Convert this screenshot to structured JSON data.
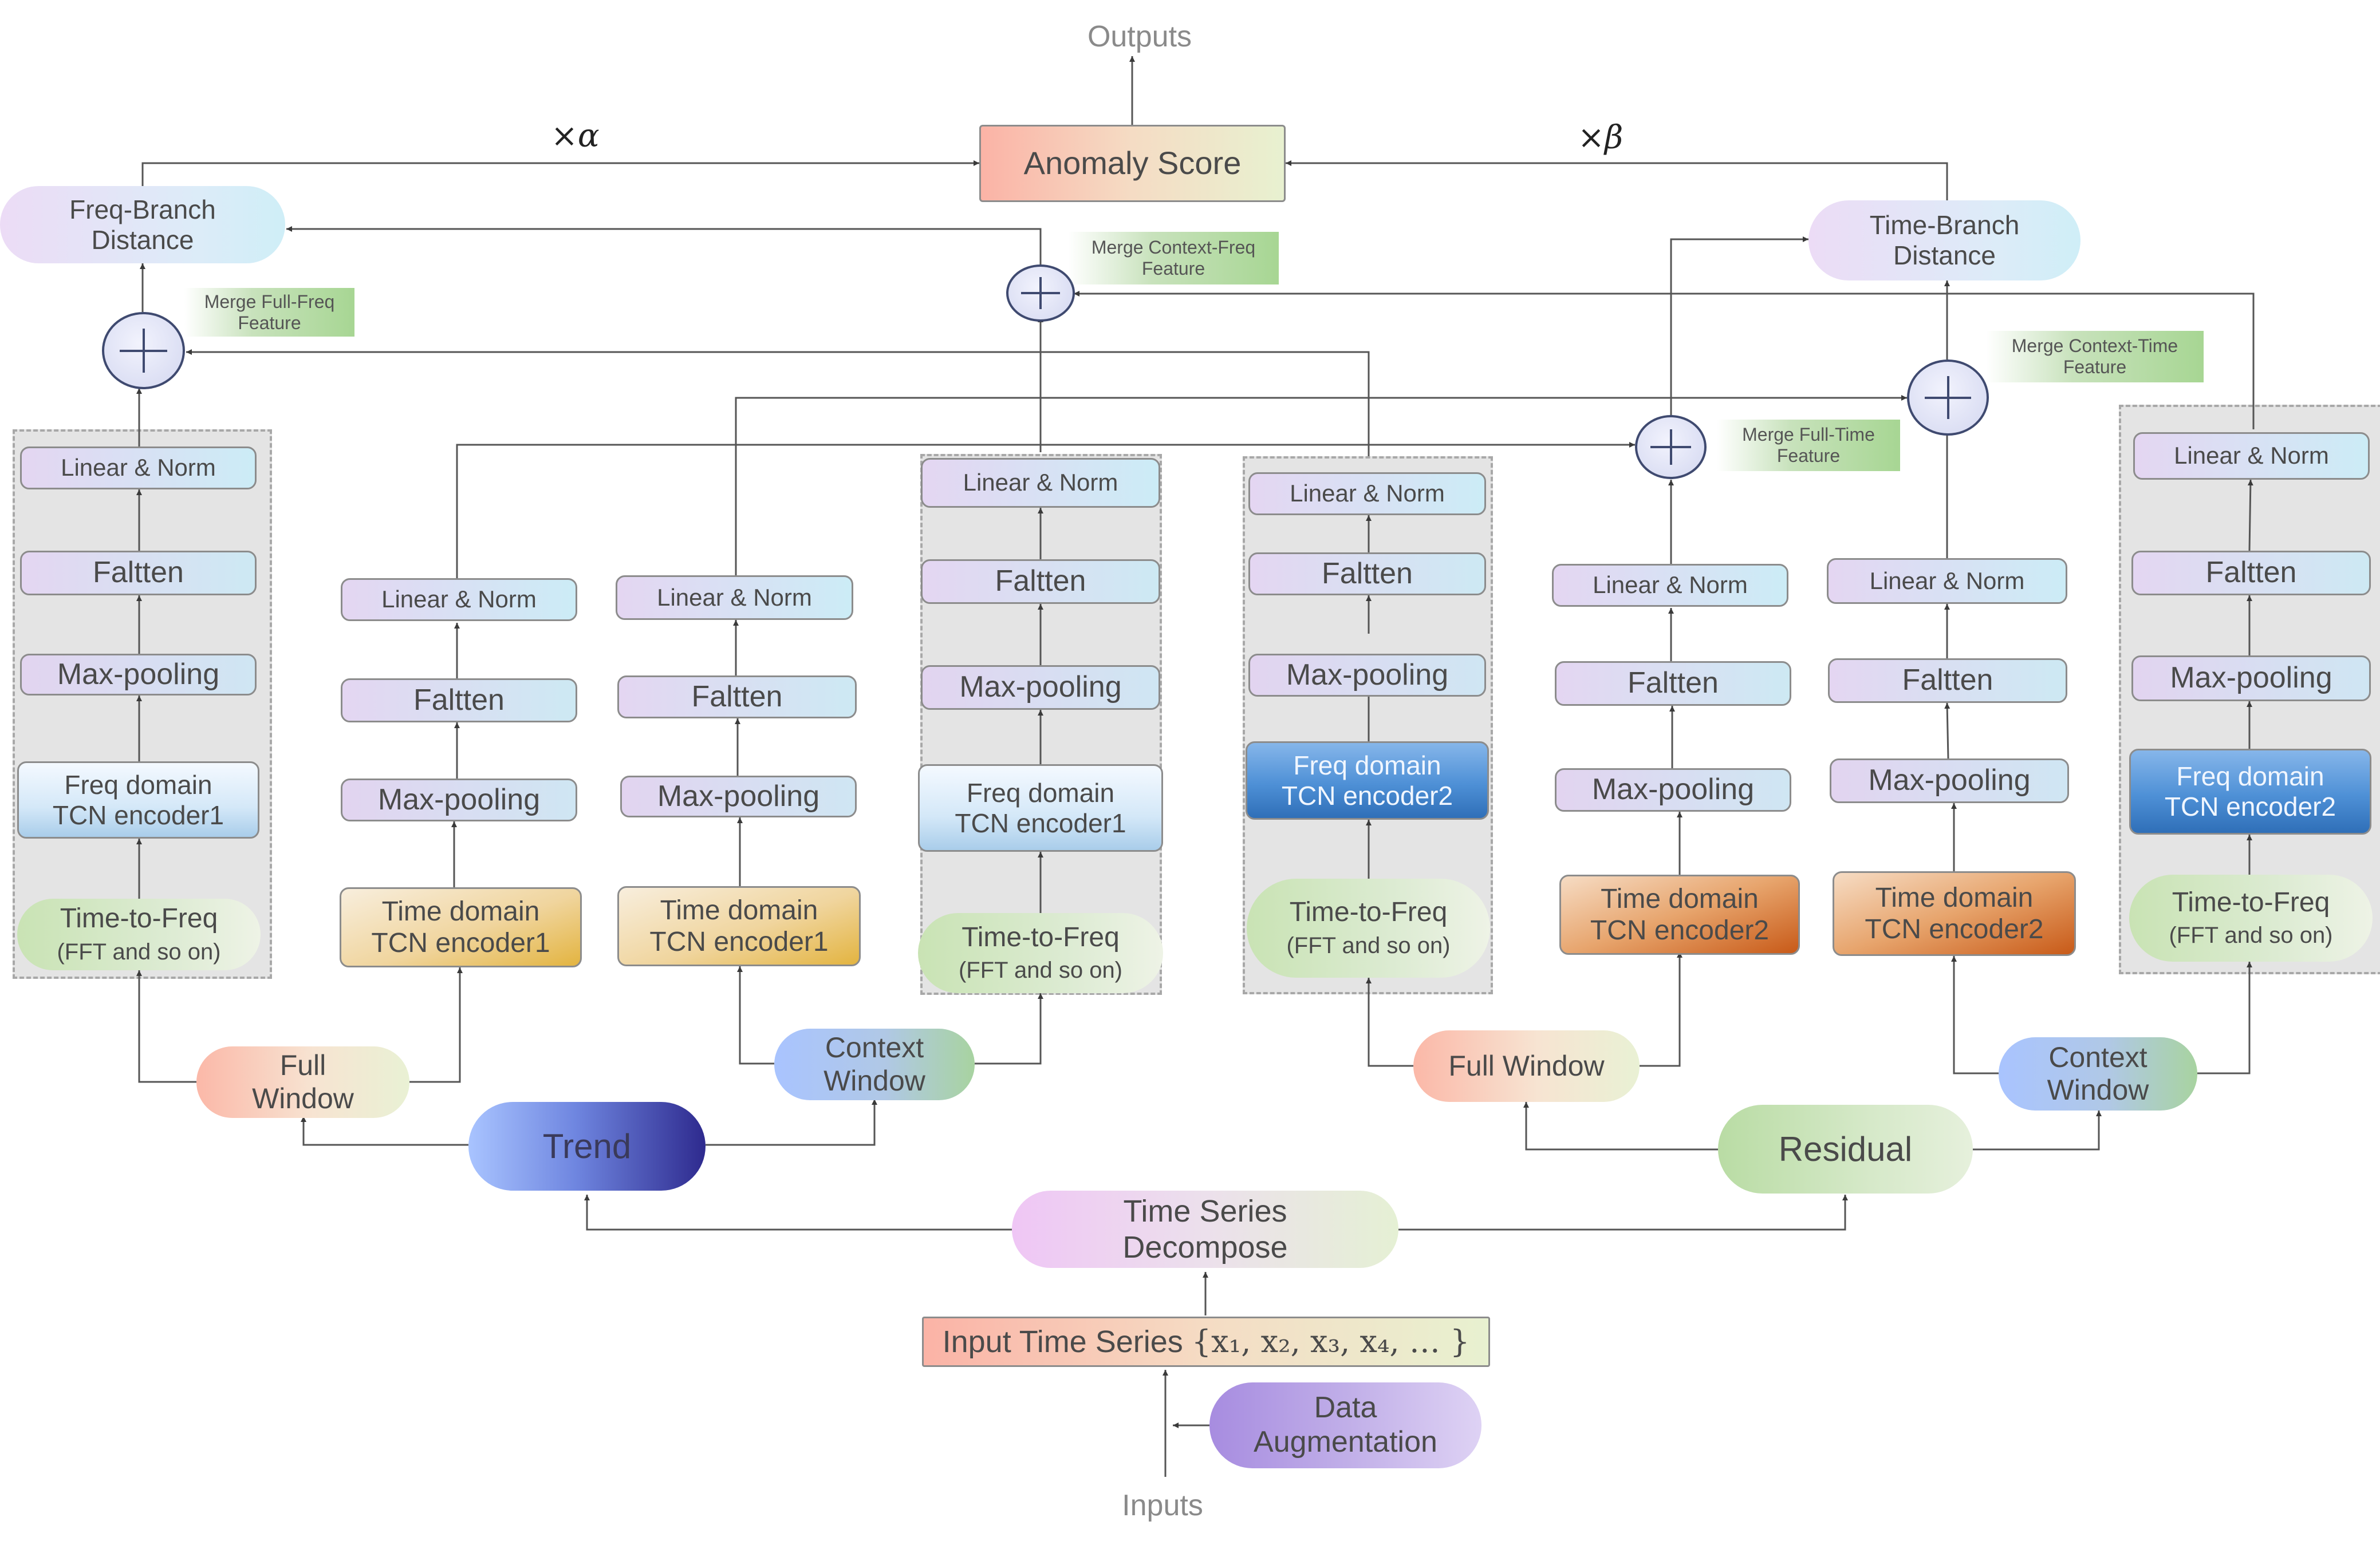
{
  "labels": {
    "outputs": "Outputs",
    "inputs": "Inputs",
    "alpha": "×α",
    "beta": "×β"
  },
  "top": {
    "anomaly_score": "Anomaly Score",
    "freq_distance": [
      "Freq-Branch",
      "Distance"
    ],
    "time_distance": [
      "Time-Branch",
      "Distance"
    ]
  },
  "merge": {
    "full_freq": [
      "Merge Full-Freq",
      "Feature"
    ],
    "context_freq": [
      "Merge Context-Freq",
      "Feature"
    ],
    "full_time": [
      "Merge Full-Time",
      "Feature"
    ],
    "context_time": [
      "Merge Context-Time",
      "Feature"
    ]
  },
  "layers": {
    "linear_norm": "Linear & Norm",
    "flatten": "Faltten",
    "max_pooling": "Max-pooling",
    "freq_enc1": [
      "Freq domain",
      "TCN encoder1"
    ],
    "freq_enc2": [
      "Freq domain",
      "TCN encoder2"
    ],
    "time_enc1": [
      "Time domain",
      "TCN encoder1"
    ],
    "time_enc2": [
      "Time domain",
      "TCN encoder2"
    ],
    "time_to_freq": [
      "Time-to-Freq",
      "(FFT and so on)"
    ]
  },
  "windows": {
    "full": [
      "Full",
      "Window"
    ],
    "full_single": "Full  Window",
    "context": [
      "Context",
      "Window"
    ]
  },
  "components": {
    "trend": "Trend",
    "residual": "Residual",
    "decompose": [
      "Time Series",
      "Decompose"
    ],
    "input_prefix": "Input Time Series ",
    "input_math": "{x₁, x₂, x₃, x₄, … }",
    "augmentation": [
      "Data",
      "Augmentation"
    ]
  }
}
